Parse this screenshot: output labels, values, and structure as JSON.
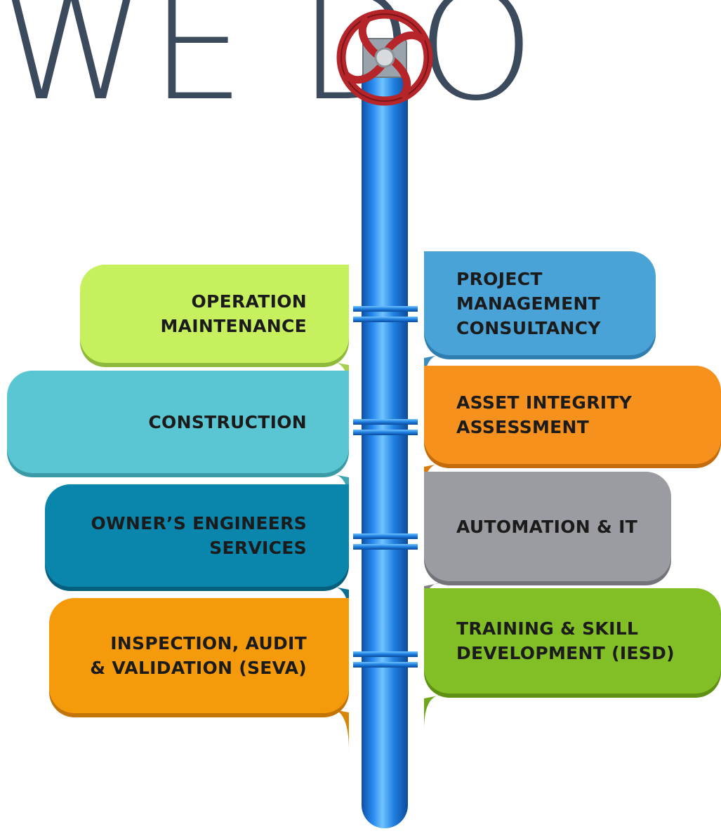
{
  "headline": "WE DO",
  "colors": {
    "headline": "#3b4a5c",
    "pipe": "#1f7fe0",
    "valve_wheel": "#b5252a",
    "operation": "#c6f05e",
    "construction": "#5bc6d3",
    "owners": "#0a86ad",
    "inspection": "#f59a0b",
    "project": "#4aa3d6",
    "asset": "#f6911e",
    "automation": "#9b9ca1",
    "training": "#82bf26"
  },
  "left_cards": [
    {
      "id": "operation",
      "lines": [
        "OPERATION",
        "MAINTENANCE"
      ]
    },
    {
      "id": "construction",
      "lines": [
        "CONSTRUCTION"
      ]
    },
    {
      "id": "owners",
      "lines": [
        "OWNER’S ENGINEERS",
        "SERVICES"
      ]
    },
    {
      "id": "inspection",
      "lines": [
        "INSPECTION, AUDIT",
        "& VALIDATION (SEVA)"
      ]
    }
  ],
  "right_cards": [
    {
      "id": "project",
      "lines": [
        "PROJECT",
        "MANAGEMENT",
        "CONSULTANCY"
      ]
    },
    {
      "id": "asset",
      "lines": [
        "ASSET INTEGRITY",
        "ASSESSMENT"
      ]
    },
    {
      "id": "automation",
      "lines": [
        "AUTOMATION & IT"
      ]
    },
    {
      "id": "training",
      "lines": [
        "TRAINING & SKILL",
        "DEVELOPMENT (IESD)"
      ]
    }
  ]
}
